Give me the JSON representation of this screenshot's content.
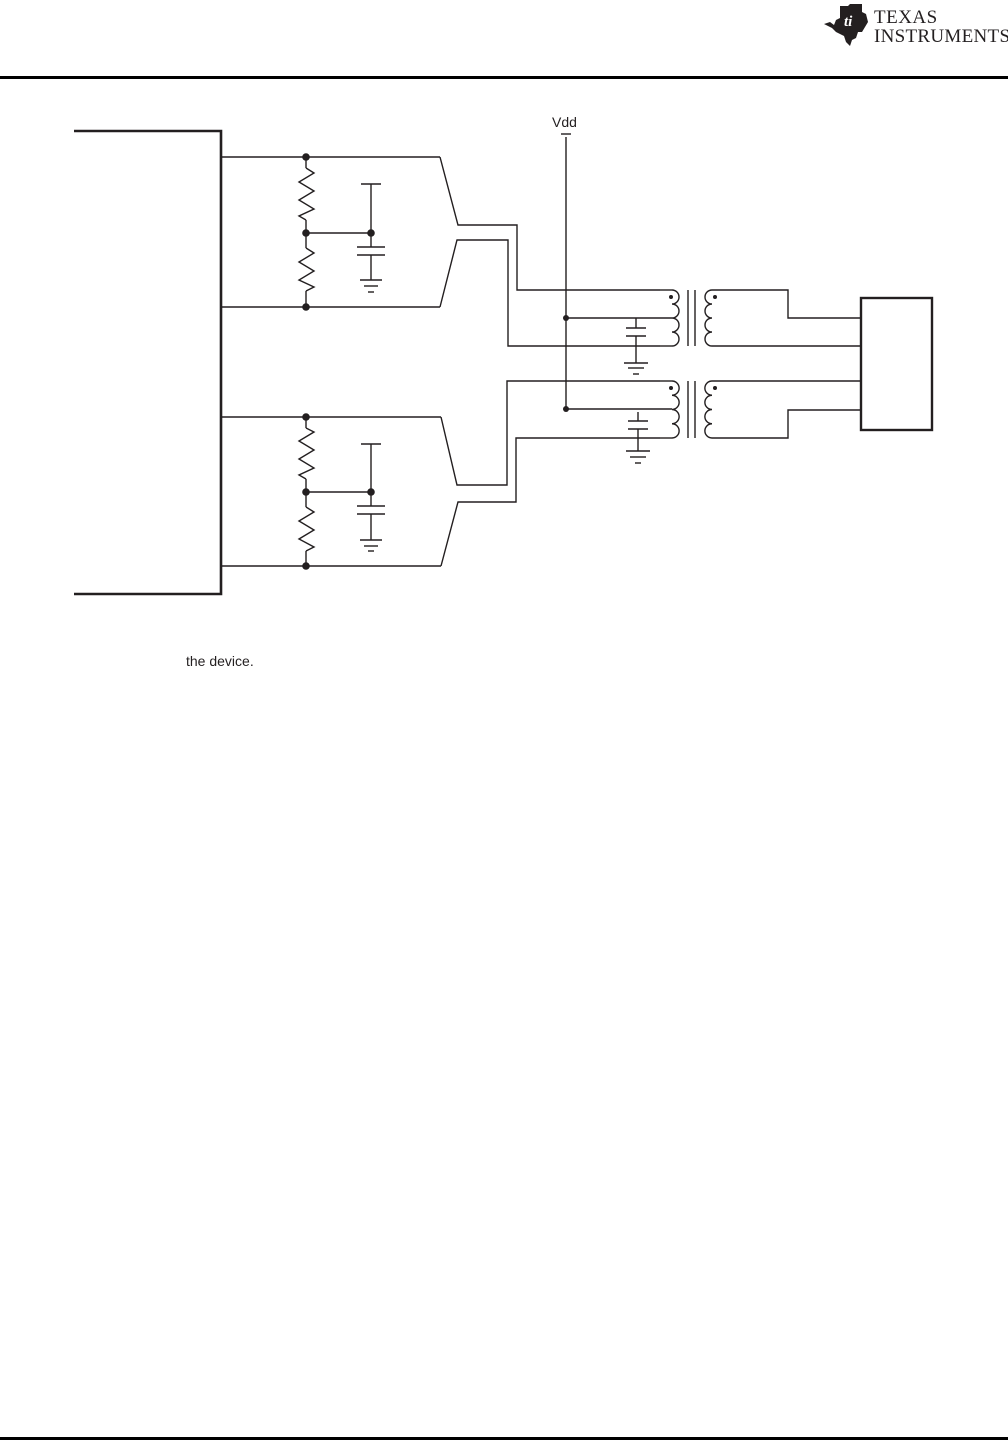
{
  "header": {
    "brand": {
      "line1": "Texas",
      "line2": "Instruments",
      "icon": "ti-logo-icon"
    }
  },
  "diagram": {
    "type": "circuit-schematic",
    "supply_label": "Vdd",
    "components": {
      "left_device": "device-block",
      "right_connector": "connector-block",
      "channels": [
        {
          "name": "channel-1",
          "resistors": 2,
          "bias_capacitor": 1,
          "transformer": 1,
          "center_tap_capacitor": 1
        },
        {
          "name": "channel-2",
          "resistors": 2,
          "bias_capacitor": 1,
          "transformer": 1,
          "center_tap_capacitor": 1
        }
      ]
    },
    "colors": {
      "line": "#231f20",
      "background": "#ffffff"
    }
  },
  "body": {
    "caption_fragment": "the device."
  }
}
